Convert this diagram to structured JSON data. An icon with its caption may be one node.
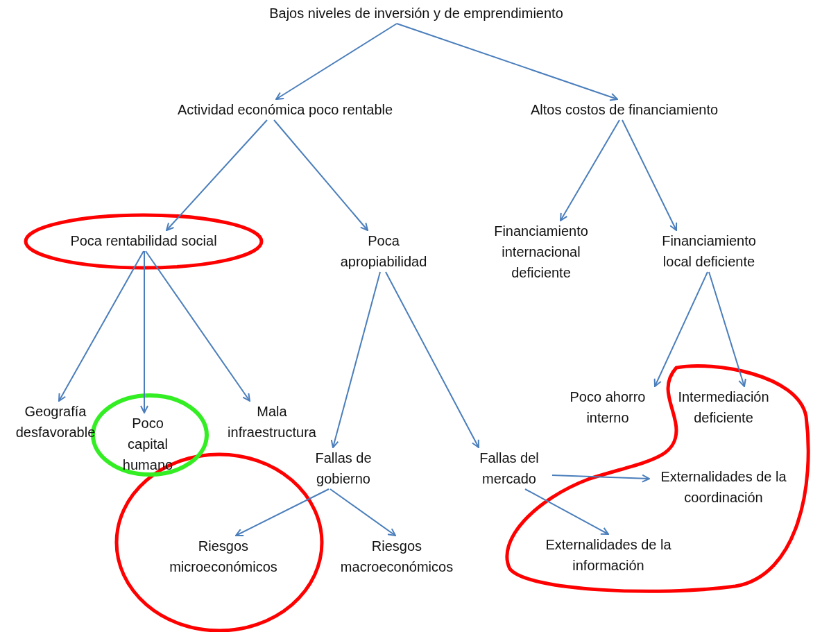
{
  "diagram": {
    "nodes": [
      {
        "text": [
          "Bajos niveles de inversión y de emprendimiento"
        ]
      },
      {
        "text": [
          "Actividad económica poco rentable"
        ]
      },
      {
        "text": [
          "Altos costos de financiamiento"
        ]
      },
      {
        "text": [
          "Poca rentabilidad social"
        ]
      },
      {
        "text": [
          "Poca apropiabilidad"
        ]
      },
      {
        "text": [
          "Financiamiento internacional deficiente"
        ]
      },
      {
        "text": [
          "Financiamiento local deficiente"
        ]
      },
      {
        "text": [
          "Geografía desfavorable"
        ]
      },
      {
        "text": [
          "Poco capital humano"
        ]
      },
      {
        "text": [
          "Mala infraestructura"
        ]
      },
      {
        "text": [
          "Fallas de gobierno"
        ]
      },
      {
        "text": [
          "Fallas del mercado"
        ]
      },
      {
        "text": [
          "Poco ahorro interno"
        ]
      },
      {
        "text": [
          "Intermediación deficiente"
        ]
      },
      {
        "text": [
          "Externalidades de la coordinación"
        ]
      },
      {
        "text": [
          "Riesgos microeconómicos"
        ]
      },
      {
        "text": [
          "Riesgos macroeconómicos"
        ]
      },
      {
        "text": [
          "Externalidades de la información"
        ]
      }
    ],
    "edges": [
      {
        "from": 0,
        "to": 1,
        "arrow": "to"
      },
      {
        "from": 0,
        "to": 2,
        "arrow": "to"
      },
      {
        "from": 1,
        "to": 3,
        "arrow": "to"
      },
      {
        "from": 1,
        "to": 4,
        "arrow": "to"
      },
      {
        "from": 2,
        "to": 5,
        "arrow": "to"
      },
      {
        "from": 2,
        "to": 6,
        "arrow": "to"
      },
      {
        "from": 3,
        "to": 7,
        "arrow": "to"
      },
      {
        "from": 3,
        "to": 8,
        "arrow": "to"
      },
      {
        "from": 3,
        "to": 9,
        "arrow": "to"
      },
      {
        "from": 4,
        "to": 10,
        "arrow": "to"
      },
      {
        "from": 4,
        "to": 11,
        "arrow": "to"
      },
      {
        "from": 6,
        "to": 12,
        "arrow": "to"
      },
      {
        "from": 6,
        "to": 13,
        "arrow": "to"
      },
      {
        "from": 10,
        "to": 15,
        "arrow": "to"
      },
      {
        "from": 10,
        "to": 16,
        "arrow": "to"
      },
      {
        "from": 11,
        "to": 14,
        "arrow": "to"
      },
      {
        "from": 11,
        "to": 17,
        "arrow": "to"
      }
    ]
  }
}
